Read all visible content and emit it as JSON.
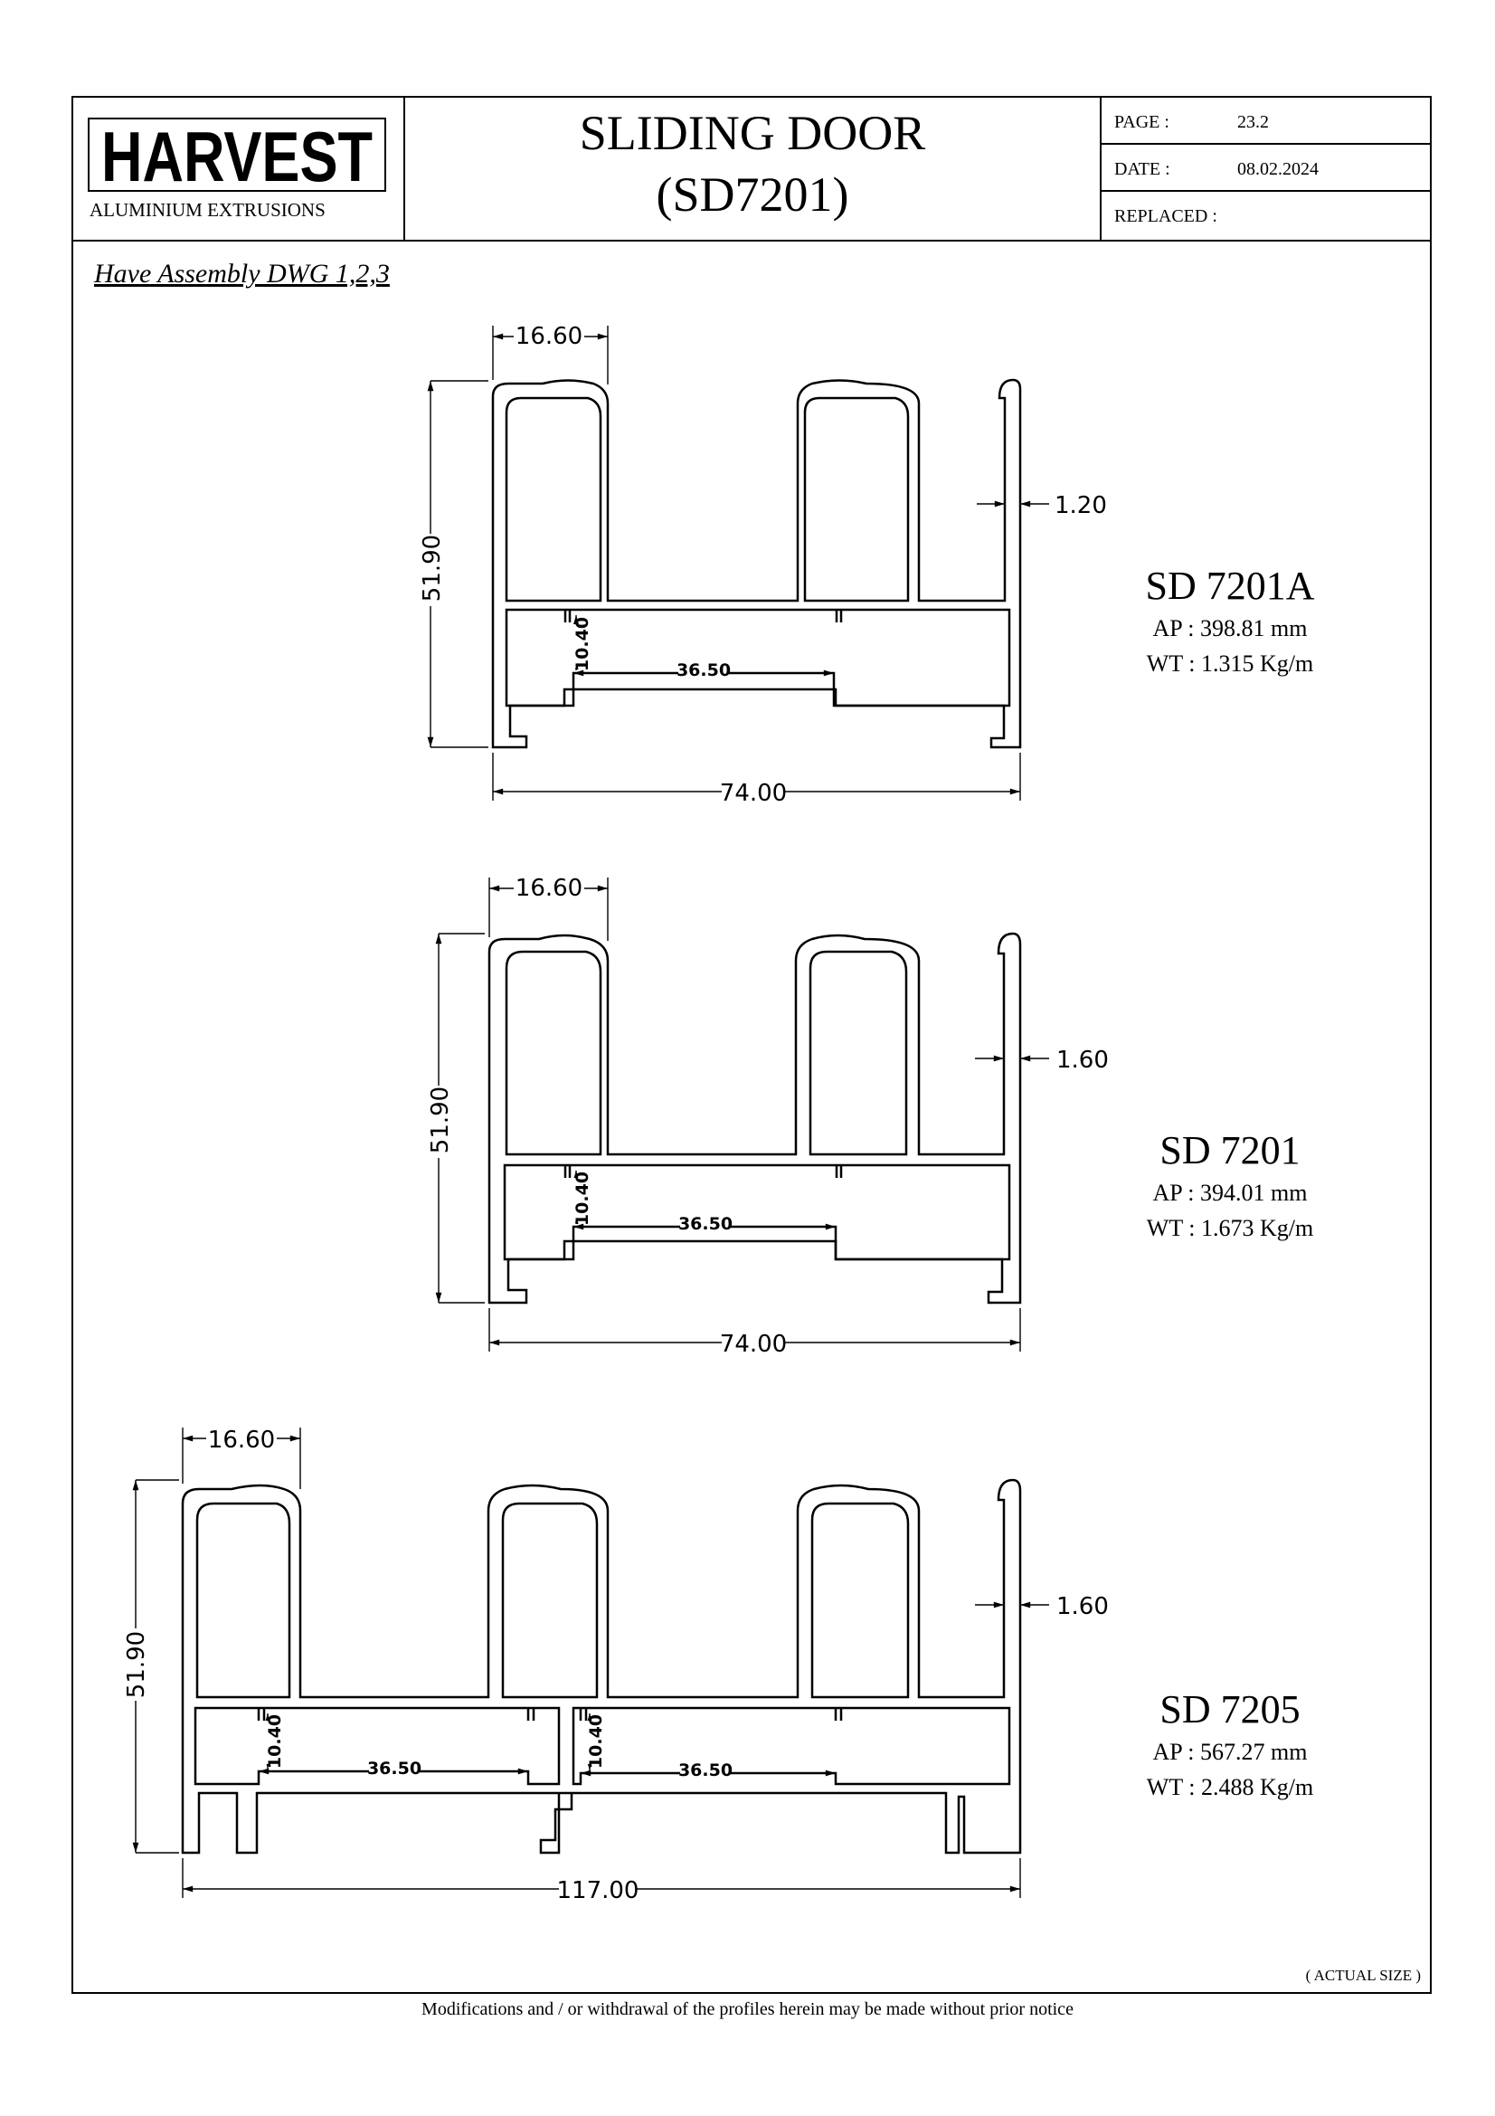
{
  "header": {
    "logo_text": "HARVEST",
    "logo_subtitle": "ALUMINIUM EXTRUSIONS",
    "title_line1": "SLIDING DOOR",
    "title_line2": "(SD7201)",
    "page_label": "PAGE :",
    "page_value": "23.2",
    "date_label": "DATE :",
    "date_value": "08.02.2024",
    "replaced_label": "REPLACED :",
    "replaced_value": ""
  },
  "assembly_note": "Have Assembly DWG 1,2,3",
  "profiles": [
    {
      "name": "SD 7201A",
      "ap": "AP : 398.81 mm",
      "wt": "WT : 1.315 Kg/m",
      "dims": {
        "flange_width": "16.60",
        "height": "51.90",
        "wall": "1.20",
        "slot_height": "10.40",
        "slot_width": "36.50",
        "total_width": "74.00"
      }
    },
    {
      "name": "SD 7201",
      "ap": "AP : 394.01 mm",
      "wt": "WT : 1.673 Kg/m",
      "dims": {
        "flange_width": "16.60",
        "height": "51.90",
        "wall": "1.60",
        "slot_height": "10.40",
        "slot_width": "36.50",
        "total_width": "74.00"
      }
    },
    {
      "name": "SD 7205",
      "ap": "AP : 567.27 mm",
      "wt": "WT : 2.488 Kg/m",
      "dims": {
        "flange_width": "16.60",
        "height": "51.90",
        "wall": "1.60",
        "slot_height": "10.40",
        "slot_width": "36.50",
        "slot_height_2": "10.40",
        "slot_width_2": "36.50",
        "total_width": "117.00"
      }
    }
  ],
  "actual_size_note": "( ACTUAL SIZE )",
  "footer_note": "Modifications and / or withdrawal of the profiles herein may be made without prior notice"
}
